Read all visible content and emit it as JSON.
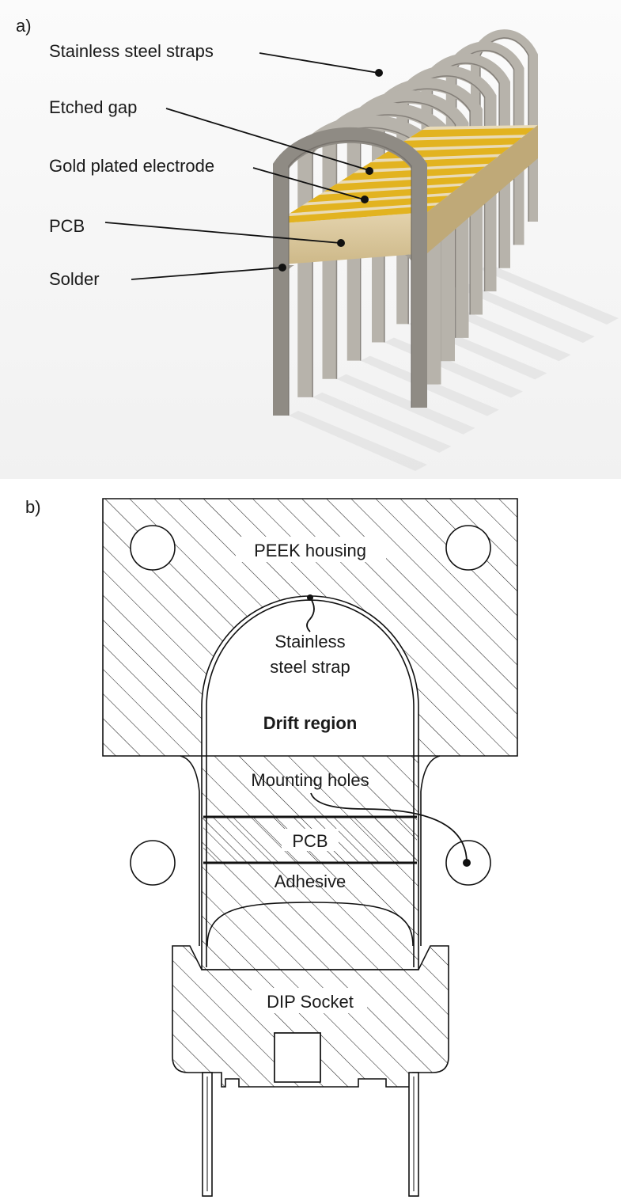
{
  "panel_a": {
    "label": "a)",
    "callouts": {
      "straps": "Stainless steel straps",
      "gap": "Etched gap",
      "electrode": "Gold plated electrode",
      "pcb": "PCB",
      "solder": "Solder"
    }
  },
  "panel_b": {
    "label": "b)",
    "labels": {
      "housing": "PEEK housing",
      "strap_line1": "Stainless",
      "strap_line2": "steel strap",
      "drift": "Drift region",
      "mounting": "Mounting holes",
      "pcb": "PCB",
      "adhesive": "Adhesive",
      "socket": "DIP Socket"
    }
  },
  "colors": {
    "steel": "#8f8b84",
    "steel_light": "#b7b3ab",
    "gold": "#e2b320",
    "pcb": "#dcc9a0",
    "line": "#111111"
  }
}
